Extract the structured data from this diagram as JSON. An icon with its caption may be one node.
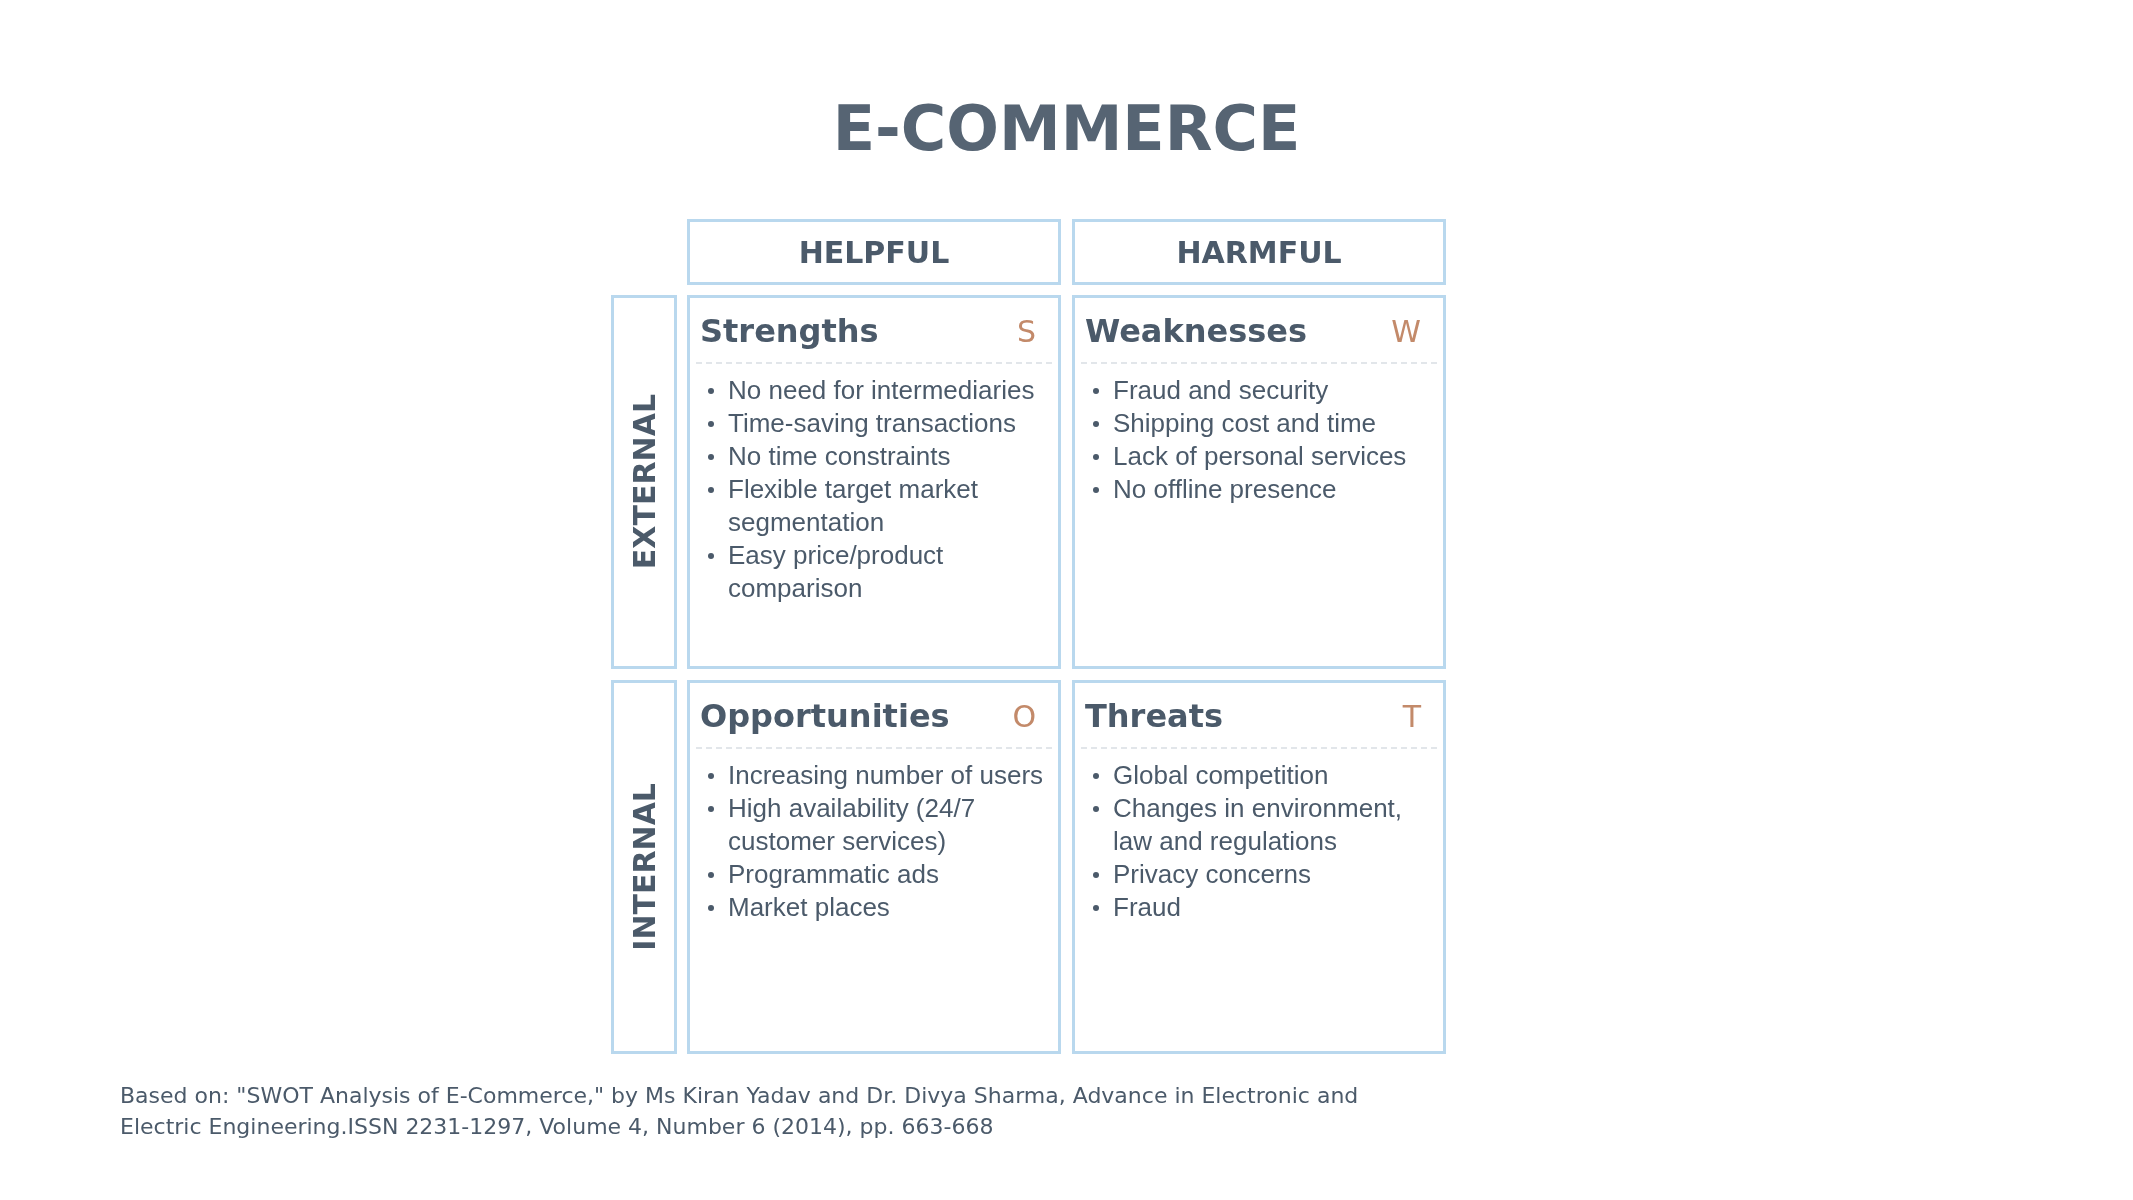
{
  "diagram": {
    "title": "E-COMMERCE",
    "nodes": [
      {
        "text": [
          "HELPFUL"
        ]
      },
      {
        "text": [
          "HARMFUL"
        ]
      },
      {
        "text": [
          "EXTERNAL"
        ]
      },
      {
        "text": [
          "INTERNAL"
        ]
      },
      {
        "text": [
          "Strengths",
          "S",
          "No need for intermediaries",
          "Time-saving transactions",
          "No time constraints",
          "Flexible target market segmentation",
          "Easy price/product comparison"
        ]
      },
      {
        "text": [
          "Weaknesses",
          "W",
          "Fraud and security",
          "Shipping cost and time",
          "Lack of personal services",
          "No offline presence"
        ]
      },
      {
        "text": [
          "Opportunities",
          "O",
          "Increasing number of users",
          "High availability (24/7 customer services)",
          "Programmatic ads",
          "Market places"
        ]
      },
      {
        "text": [
          "Threats",
          "T",
          "Global competition",
          "Changes in environment, law and regulations",
          "Privacy concerns",
          "Fraud"
        ]
      }
    ],
    "edges": [],
    "caption": "Based on: \"SWOT Analysis of E-Commerce,\" by Ms Kiran Yadav and Dr. Divya Sharma, Advance in Electronic and Electric Engineering.ISSN 2231-1297, Volume 4, Number 6 (2014), pp. 663-668"
  }
}
